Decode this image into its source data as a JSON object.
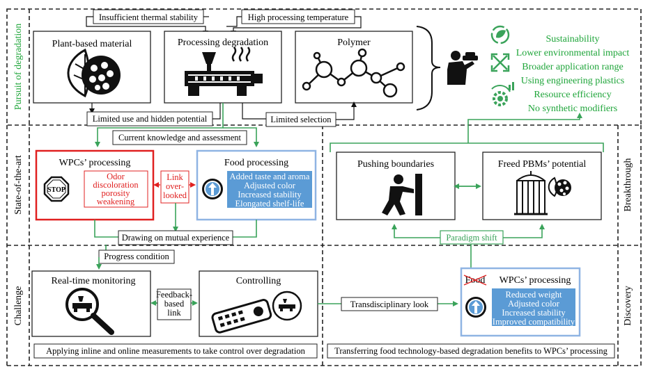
{
  "rows": {
    "row1": "Pursuit of degradation",
    "row2": "State-of-the-art",
    "row3": "Challenge",
    "right2": "Breakthrough",
    "right3": "Discovery"
  },
  "top": {
    "insufficient": "Insufficient thermal stability",
    "high_temp": "High processing temperature",
    "plant_material": "Plant-based material",
    "processing_degradation": "Processing degradation",
    "polymer": "Polymer",
    "limited_use": "Limited use and hidden potential",
    "limited_selection": "Limited selection"
  },
  "benefits": [
    "Sustainability",
    "Lower environmental impact",
    "Broader application range",
    "Using engineering plastics",
    "Resource efficiency",
    "No synthetic modifiers"
  ],
  "middle": {
    "current_knowledge": "Current knowledge and assessment",
    "wpc_title": "WPCs’ processing",
    "stop": "STOP",
    "wpc_issues": [
      "Odor",
      "discoloration",
      "porosity",
      "weakening"
    ],
    "link": [
      "Link",
      "over-",
      "looked"
    ],
    "food_title": "Food processing",
    "food_items": [
      "Added taste and aroma",
      "Adjusted color",
      "Increased stability",
      "Elongated shelf-life"
    ],
    "drawing": "Drawing on mutual experience",
    "pushing": "Pushing boundaries",
    "freed": "Freed PBMs’ potential",
    "paradigm": "Paradigm shift"
  },
  "bottom": {
    "progress": "Progress condition",
    "realtime": "Real-time monitoring",
    "feedback": [
      "Feedback-",
      "based",
      "link"
    ],
    "controlling": "Controlling",
    "applying": "Applying inline and online measurements to take control over degradation",
    "transdisciplinary": "Transdisciplinary look",
    "food_struck": "Food",
    "wpc2_title": "WPCs’ processing",
    "wpc2_items": [
      "Reduced weight",
      "Adjusted color",
      "Increased stability",
      "Improved compatibility"
    ],
    "transferring": "Transferring food technology-based degradation benefits to WPCs’ processing"
  },
  "colors": {
    "green": "#3aa35a",
    "red": "#e02020",
    "blue_fill": "#5b9bd5",
    "blue_border": "#8fb4e3",
    "benefit_text": "#1fa53a"
  }
}
